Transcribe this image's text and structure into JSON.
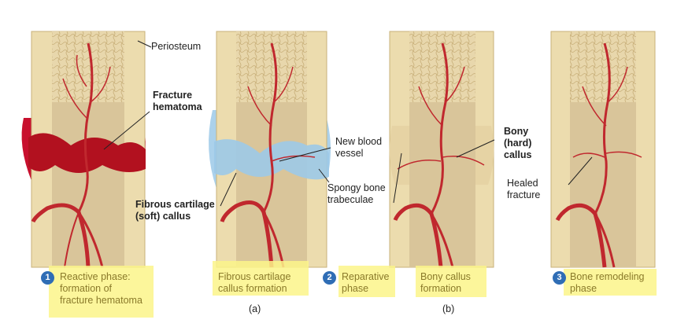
{
  "labels": {
    "periosteum": "Periosteum",
    "fracture_hematoma": [
      "Fracture",
      "hematoma"
    ],
    "fibrous_callus": [
      "Fibrous cartilage",
      "(soft) callus"
    ],
    "new_blood_vessel": [
      "New blood",
      "vessel"
    ],
    "spongy_bone": [
      "Spongy bone",
      "trabeculae"
    ],
    "bony_callus": [
      "Bony",
      "(hard)",
      "callus"
    ],
    "healed_fracture": [
      "Healed",
      "fracture"
    ]
  },
  "captions": {
    "step1_num": "1",
    "step1": [
      "Reactive phase:",
      "formation of",
      "fracture hematoma"
    ],
    "fibrous": [
      "Fibrous cartilage",
      "callus formation"
    ],
    "step2_num": "2",
    "step2": [
      "Reparative",
      "phase"
    ],
    "bony": [
      "Bony callus",
      "formation"
    ],
    "step3_num": "3",
    "step3": [
      "Bone remodeling",
      "phase"
    ]
  },
  "sublabels": {
    "a": "(a)",
    "b": "(b)"
  },
  "colors": {
    "bone": "#ecdcae",
    "marrow": "#d9c59a",
    "vessel": "#c0282e",
    "hematoma": "#c8102e",
    "cartilage": "#9cc9e8",
    "highlight": "#fbf58a",
    "caption": "#8a7a2a",
    "step_badge": "#2f6db5"
  }
}
